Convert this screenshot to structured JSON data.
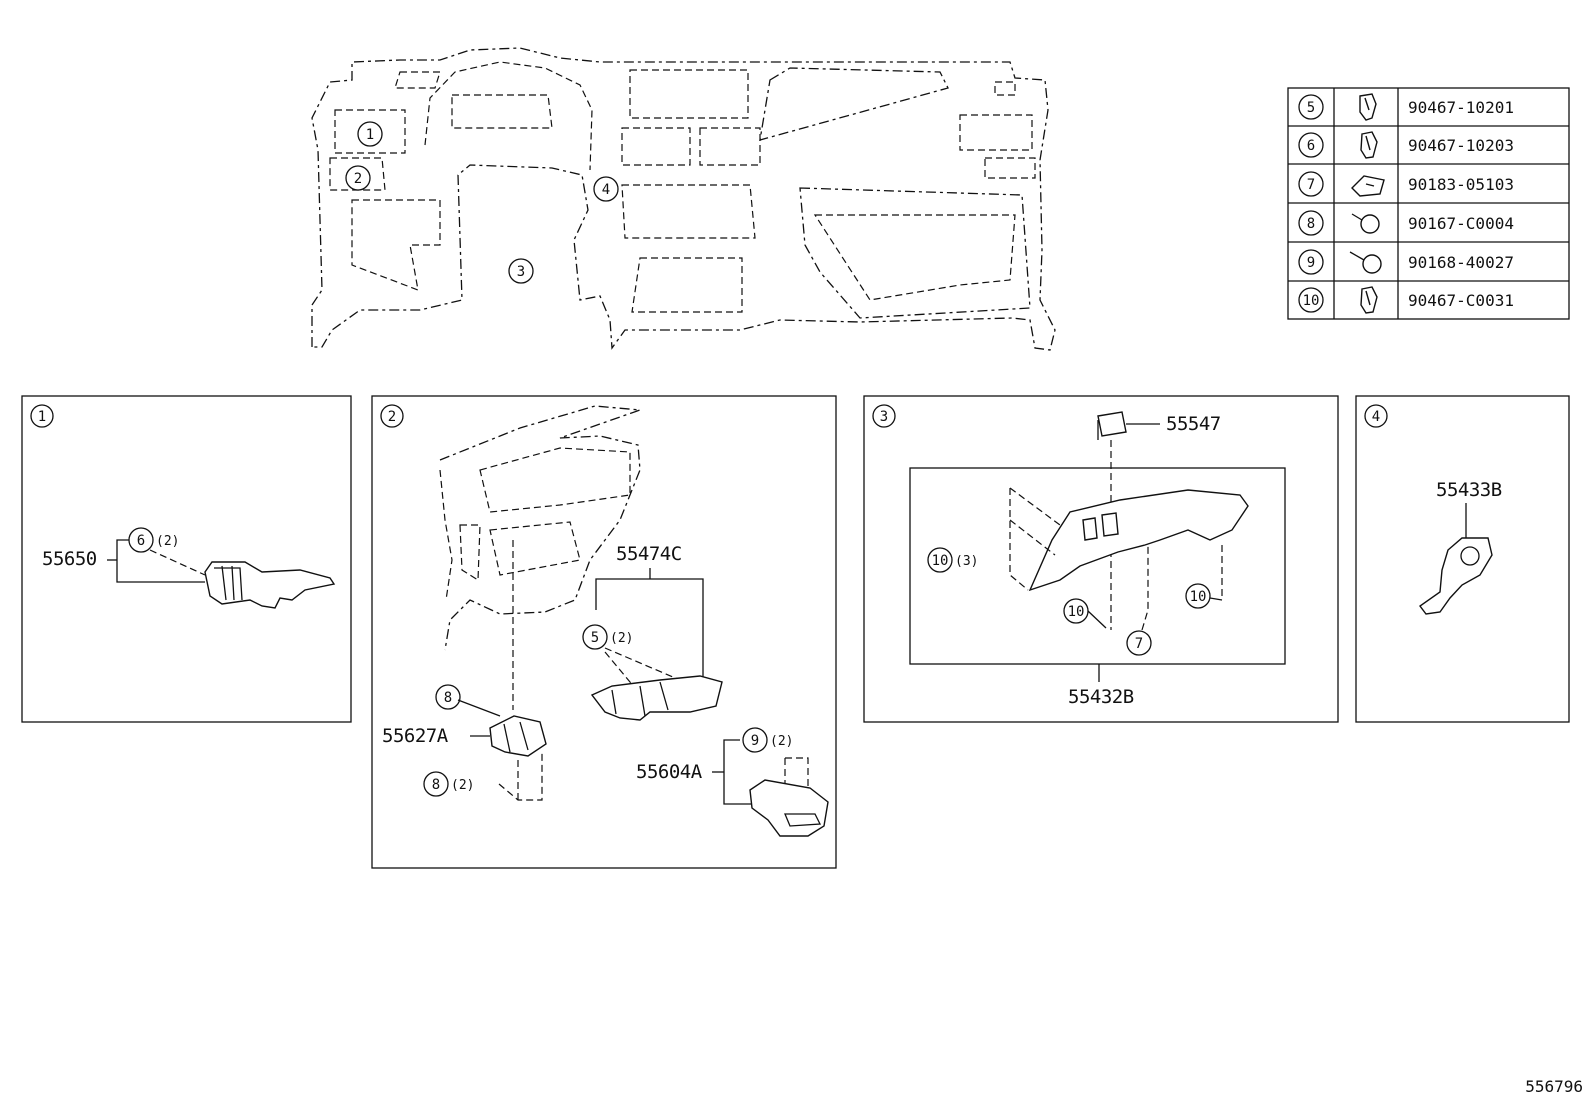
{
  "callouts": [
    "1",
    "2",
    "3",
    "4",
    "5",
    "6",
    "7",
    "8",
    "9",
    "10"
  ],
  "fastener_table": [
    {
      "ref": "5",
      "icon": "clip-icon",
      "part_no": "90467-10201"
    },
    {
      "ref": "6",
      "icon": "clip-icon",
      "part_no": "90467-10203"
    },
    {
      "ref": "7",
      "icon": "nut-clip-icon",
      "part_no": "90183-05103"
    },
    {
      "ref": "8",
      "icon": "screw-icon",
      "part_no": "90167-C0004"
    },
    {
      "ref": "9",
      "icon": "tapping-screw-icon",
      "part_no": "90168-40027"
    },
    {
      "ref": "10",
      "icon": "clip-icon",
      "part_no": "90467-C0031"
    }
  ],
  "panels": {
    "p1": {
      "ref": "1",
      "part": "55650",
      "clip_ref": "6",
      "clip_qty": "(2)"
    },
    "p2": {
      "ref": "2",
      "parts": {
        "a": "55474C",
        "b": "55627A",
        "c": "55604A"
      },
      "refs": {
        "r5": "5",
        "r8a": "8",
        "r8b": "8",
        "r9": "9"
      },
      "qty": {
        "q5": "(2)",
        "q8": "(2)",
        "q9": "(2)"
      }
    },
    "p3": {
      "ref": "3",
      "parts": {
        "top": "55547",
        "main": "55432B"
      },
      "refs": {
        "r10a": "10",
        "r10b": "10",
        "r10c": "10",
        "r7": "7"
      },
      "qty": {
        "q10": "(3)"
      }
    },
    "p4": {
      "ref": "4",
      "part": "55433B"
    }
  },
  "overview_refs": {
    "a": "1",
    "b": "2",
    "c": "3",
    "d": "4"
  },
  "diagram_id": "556796"
}
